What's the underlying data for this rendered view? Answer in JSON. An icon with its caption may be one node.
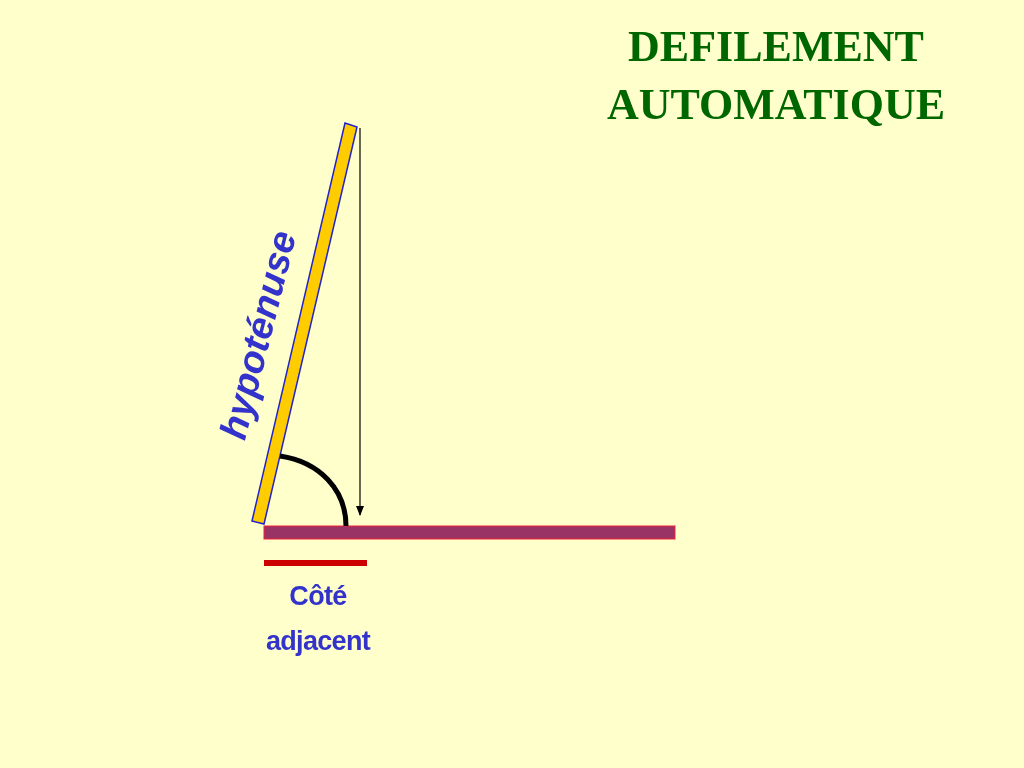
{
  "diagram": {
    "title": "DEFILEMENT AUTOMATIQUE",
    "labels": [
      "hypoténuse",
      "Côté adjacent"
    ]
  }
}
